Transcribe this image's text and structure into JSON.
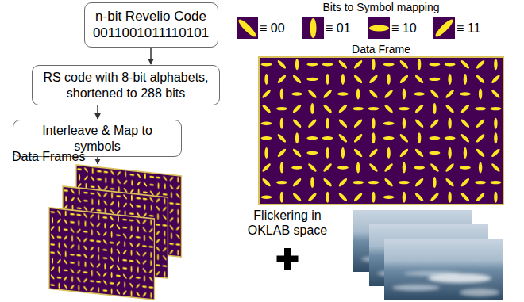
{
  "diagram": {
    "nodes": [
      {
        "text": [
          "n-bit Revelio Code",
          "0011001011110101"
        ]
      },
      {
        "text": [
          "RS code with 8-bit alphabets, shortened to 288 bits"
        ]
      },
      {
        "text": [
          "Interleave & Map to symbols"
        ]
      },
      {
        "text": [
          "Data Frames"
        ]
      },
      {
        "text": [
          "Data Frame"
        ]
      }
    ],
    "edges": [
      {
        "from": 0,
        "to": 1,
        "arrow": "to"
      },
      {
        "from": 1,
        "to": 2,
        "arrow": "to"
      },
      {
        "from": 2,
        "to": 3,
        "arrow": "to"
      }
    ],
    "labels": [
      "Bits to Symbol mapping",
      "≡ 00",
      "≡ 01",
      "≡ 10",
      "≡ 11",
      "Flickering in OKLAB space"
    ]
  }
}
